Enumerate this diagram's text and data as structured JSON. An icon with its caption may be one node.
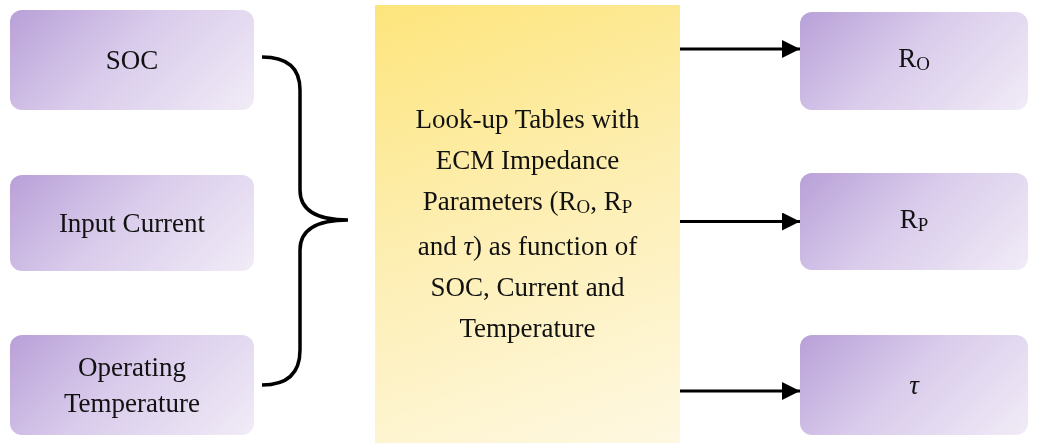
{
  "diagram": {
    "nodes": [
      {
        "text": [
          "SOC"
        ]
      },
      {
        "text": [
          "Input Current"
        ]
      },
      {
        "text": [
          "Operating Temperature"
        ]
      },
      {
        "text": [
          "Look-up Tables with ECM Impedance Parameters (R$_{O}$, R$_{P}$ and *τ*) as function of SOC, Current and Temperature"
        ]
      },
      {
        "text": [
          "R$_{O}$"
        ]
      },
      {
        "text": [
          "R$_{P}$"
        ]
      },
      {
        "text": [
          "τ"
        ]
      }
    ],
    "edges": [
      {
        "from": 3,
        "to": 4,
        "arrow": "to"
      },
      {
        "from": 3,
        "to": 5,
        "arrow": "to"
      },
      {
        "from": 3,
        "to": 6,
        "arrow": "to"
      }
    ]
  }
}
